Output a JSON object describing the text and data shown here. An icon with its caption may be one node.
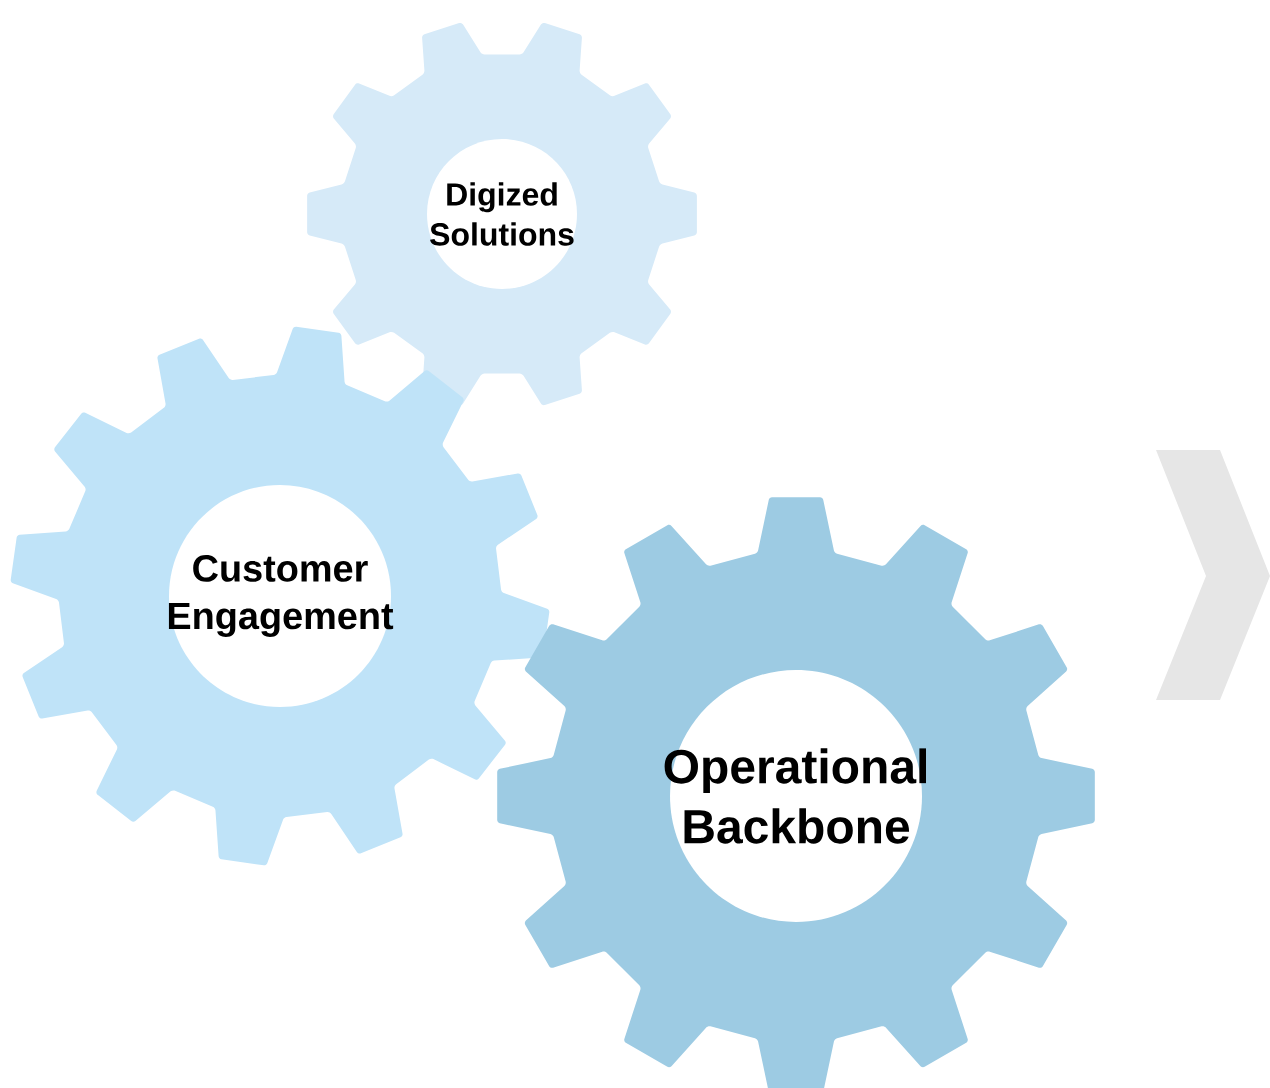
{
  "diagram": {
    "nodes": [
      {
        "text": [
          "Digized Solutions"
        ]
      },
      {
        "text": [
          "Customer Engagement"
        ]
      },
      {
        "text": [
          "Operational Backbone"
        ]
      }
    ]
  }
}
